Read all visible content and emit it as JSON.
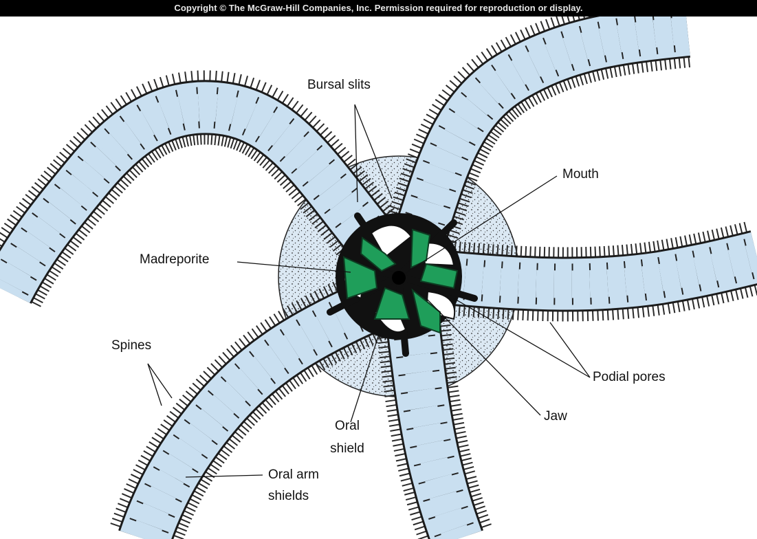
{
  "copyright": "Copyright © The McGraw-Hill Companies, Inc. Permission required for reproduction or display.",
  "labels": {
    "bursal_slits": "Bursal slits",
    "mouth": "Mouth",
    "madreporite": "Madreporite",
    "spines": "Spines",
    "podial_pores": "Podial pores",
    "jaw": "Jaw",
    "oral_shield_line1": "Oral",
    "oral_shield_line2": "shield",
    "oral_arm_shields_line1": "Oral arm",
    "oral_arm_shields_line2": "shields"
  },
  "colors": {
    "arm_fill": "#c9dff0",
    "arm_outline": "#1a1a1a",
    "jaw_green": "#1f9e5a",
    "disc_stipple": "#b9cfdf",
    "background": "#000000",
    "panel": "#ffffff"
  }
}
